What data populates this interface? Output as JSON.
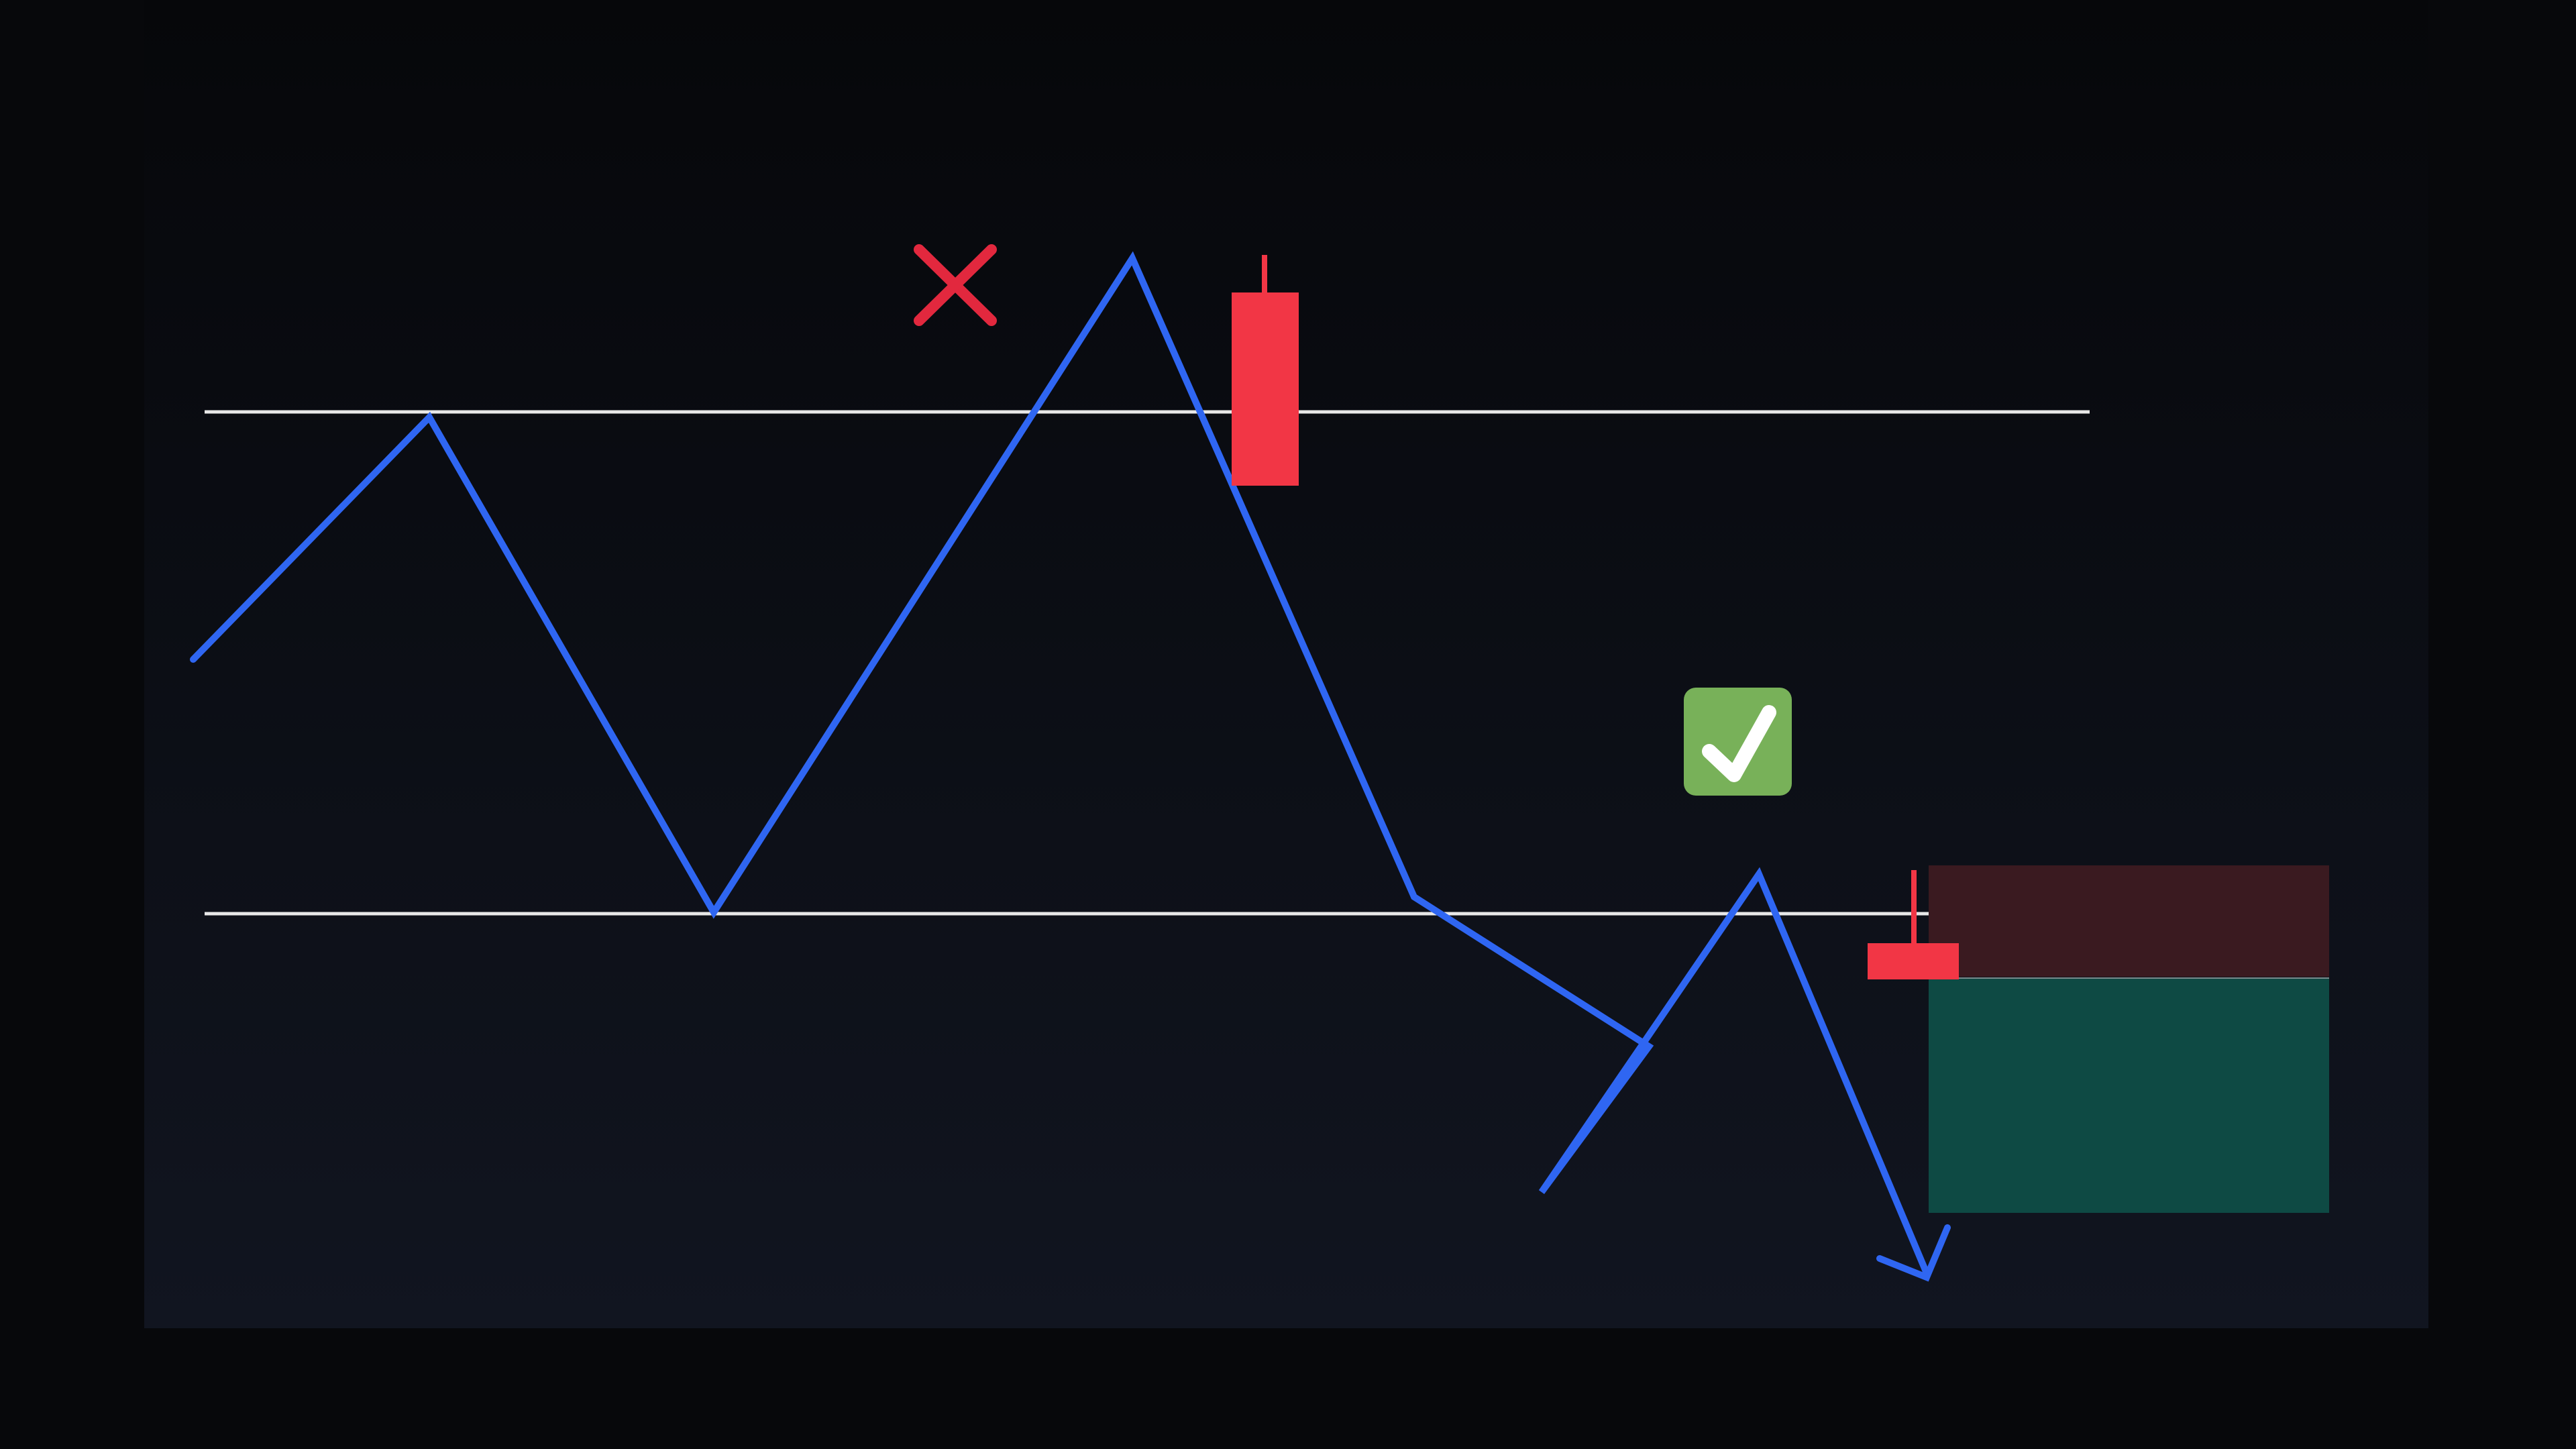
{
  "diagram": {
    "type": "price-action-false-breakout-then-breakdown",
    "colors": {
      "background_outer": "#07080b",
      "panel_top": "#06070a",
      "panel_bottom": "#111520",
      "level_line": "#e8e8e8",
      "price_path": "#2f66f2",
      "bear_candle": "#f23645",
      "stop_zone": "#3a1a20",
      "target_zone": "#0e4a44",
      "check_bg": "#78b159",
      "check_mark": "#ffffff",
      "cross_mark": "#e2283e"
    },
    "levels": [
      {
        "name": "resistance"
      },
      {
        "name": "support"
      }
    ],
    "marks": [
      {
        "name": "failed-breakout",
        "icon": "cross-icon"
      },
      {
        "name": "valid-breakdown",
        "icon": "check-icon"
      }
    ],
    "candles": [
      {
        "name": "rejection-candle",
        "direction": "bearish"
      },
      {
        "name": "retest-candle",
        "direction": "bearish"
      }
    ],
    "zones": [
      {
        "name": "stop-loss-zone"
      },
      {
        "name": "take-profit-zone"
      }
    ]
  }
}
